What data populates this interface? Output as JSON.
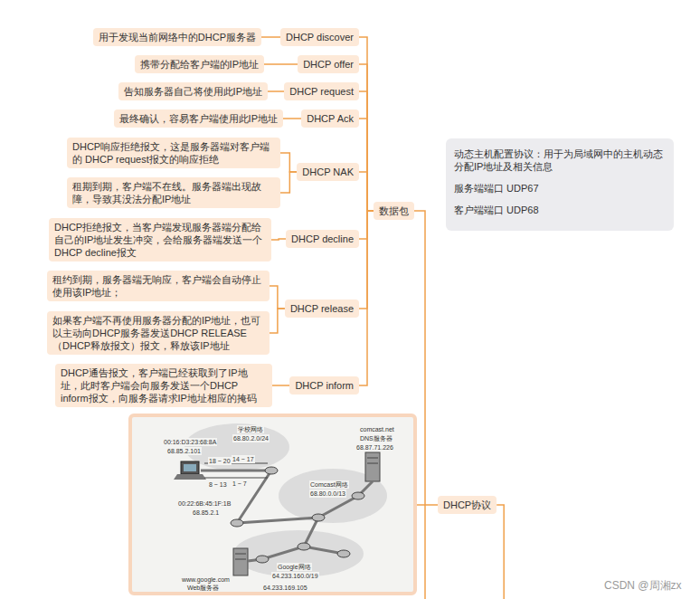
{
  "diagram": {
    "nodes": [
      {
        "text": [
          "DHCP协议"
        ]
      },
      {
        "text": [
          "数据包"
        ]
      },
      {
        "text": [
          "DHCP discover"
        ]
      },
      {
        "text": [
          "用于发现当前网络中的DHCP服务器"
        ]
      },
      {
        "text": [
          "DHCP offer"
        ]
      },
      {
        "text": [
          "携带分配给客户端的IP地址"
        ]
      },
      {
        "text": [
          "DHCP request"
        ]
      },
      {
        "text": [
          "告知服务器自己将使用此IP地址"
        ]
      },
      {
        "text": [
          "DHCP Ack"
        ]
      },
      {
        "text": [
          "最终确认，容易客户端使用此IP地址"
        ]
      },
      {
        "text": [
          "DHCP NAK"
        ]
      },
      {
        "text": [
          "DHCP响应拒绝报文，这是服务器端对客户端的 DHCP request报文的响应拒绝"
        ]
      },
      {
        "text": [
          "租期到期，客户端不在线。服务器端出现故障，导致其没法分配IP地址"
        ]
      },
      {
        "text": [
          "DHCP decline"
        ]
      },
      {
        "text": [
          "DHCP拒绝报文，当客户端发现服务器端分配给自己的IP地址发生冲突，会给服务器端发送一个DHCP decline报文"
        ]
      },
      {
        "text": [
          "DHCP release"
        ]
      },
      {
        "text": [
          "租约到期，服务器端无响应，客户端会自动停止使用该IP地址；"
        ]
      },
      {
        "text": [
          "如果客户端不再使用服务器分配的IP地址，也可以主动向DHCP服务器发送DHCP RELEASE（DHCP释放报文）报文，释放该IP地址"
        ]
      },
      {
        "text": [
          "DHCP inform"
        ]
      },
      {
        "text": [
          "DHCP通告报文，客户端已经获取到了IP地址，此时客户端会向服务发送一个DHCP inform报文，向服务器请求IP地址相应的掩码"
        ]
      },
      {
        "text": [
          "动态主机配置协议：用于为局域网中的主机动态分配IP地址及相关信息",
          "服务端端口 UDP67",
          "客户端端口 UDP68"
        ]
      }
    ],
    "edges": [
      {
        "from": 0,
        "to": 1,
        "arrow": "none"
      },
      {
        "from": 1,
        "to": 2,
        "arrow": "none"
      },
      {
        "from": 2,
        "to": 3,
        "arrow": "none"
      },
      {
        "from": 1,
        "to": 4,
        "arrow": "none"
      },
      {
        "from": 4,
        "to": 5,
        "arrow": "none"
      },
      {
        "from": 1,
        "to": 6,
        "arrow": "none"
      },
      {
        "from": 6,
        "to": 7,
        "arrow": "none"
      },
      {
        "from": 1,
        "to": 8,
        "arrow": "none"
      },
      {
        "from": 8,
        "to": 9,
        "arrow": "none"
      },
      {
        "from": 1,
        "to": 10,
        "arrow": "none"
      },
      {
        "from": 10,
        "to": 11,
        "arrow": "none"
      },
      {
        "from": 10,
        "to": 12,
        "arrow": "none"
      },
      {
        "from": 1,
        "to": 13,
        "arrow": "none"
      },
      {
        "from": 13,
        "to": 14,
        "arrow": "none"
      },
      {
        "from": 1,
        "to": 15,
        "arrow": "none"
      },
      {
        "from": 15,
        "to": 16,
        "arrow": "none"
      },
      {
        "from": 15,
        "to": 17,
        "arrow": "none"
      },
      {
        "from": 1,
        "to": 18,
        "arrow": "none"
      },
      {
        "from": 18,
        "to": 19,
        "arrow": "none"
      }
    ],
    "labels": [
      "学校网络",
      "68.80.2.0/24",
      "comcast.net",
      "DNS服务器",
      "68.87.71.226",
      "00:16:D3:23:68:8A",
      "68.85.2.101",
      "14 ~ 17",
      "18 ~ 20",
      "1 ~ 7",
      "8 ~ 13",
      "00:22:6B:45:1F:1B",
      "68.85.2.1",
      "Comcast网络",
      "68.80.0.0/13",
      "Google网络",
      "64.233.160.0/19",
      "www.google.com",
      "Web服务器",
      "64.233.169.105",
      "CSDN @周湘zx"
    ]
  }
}
